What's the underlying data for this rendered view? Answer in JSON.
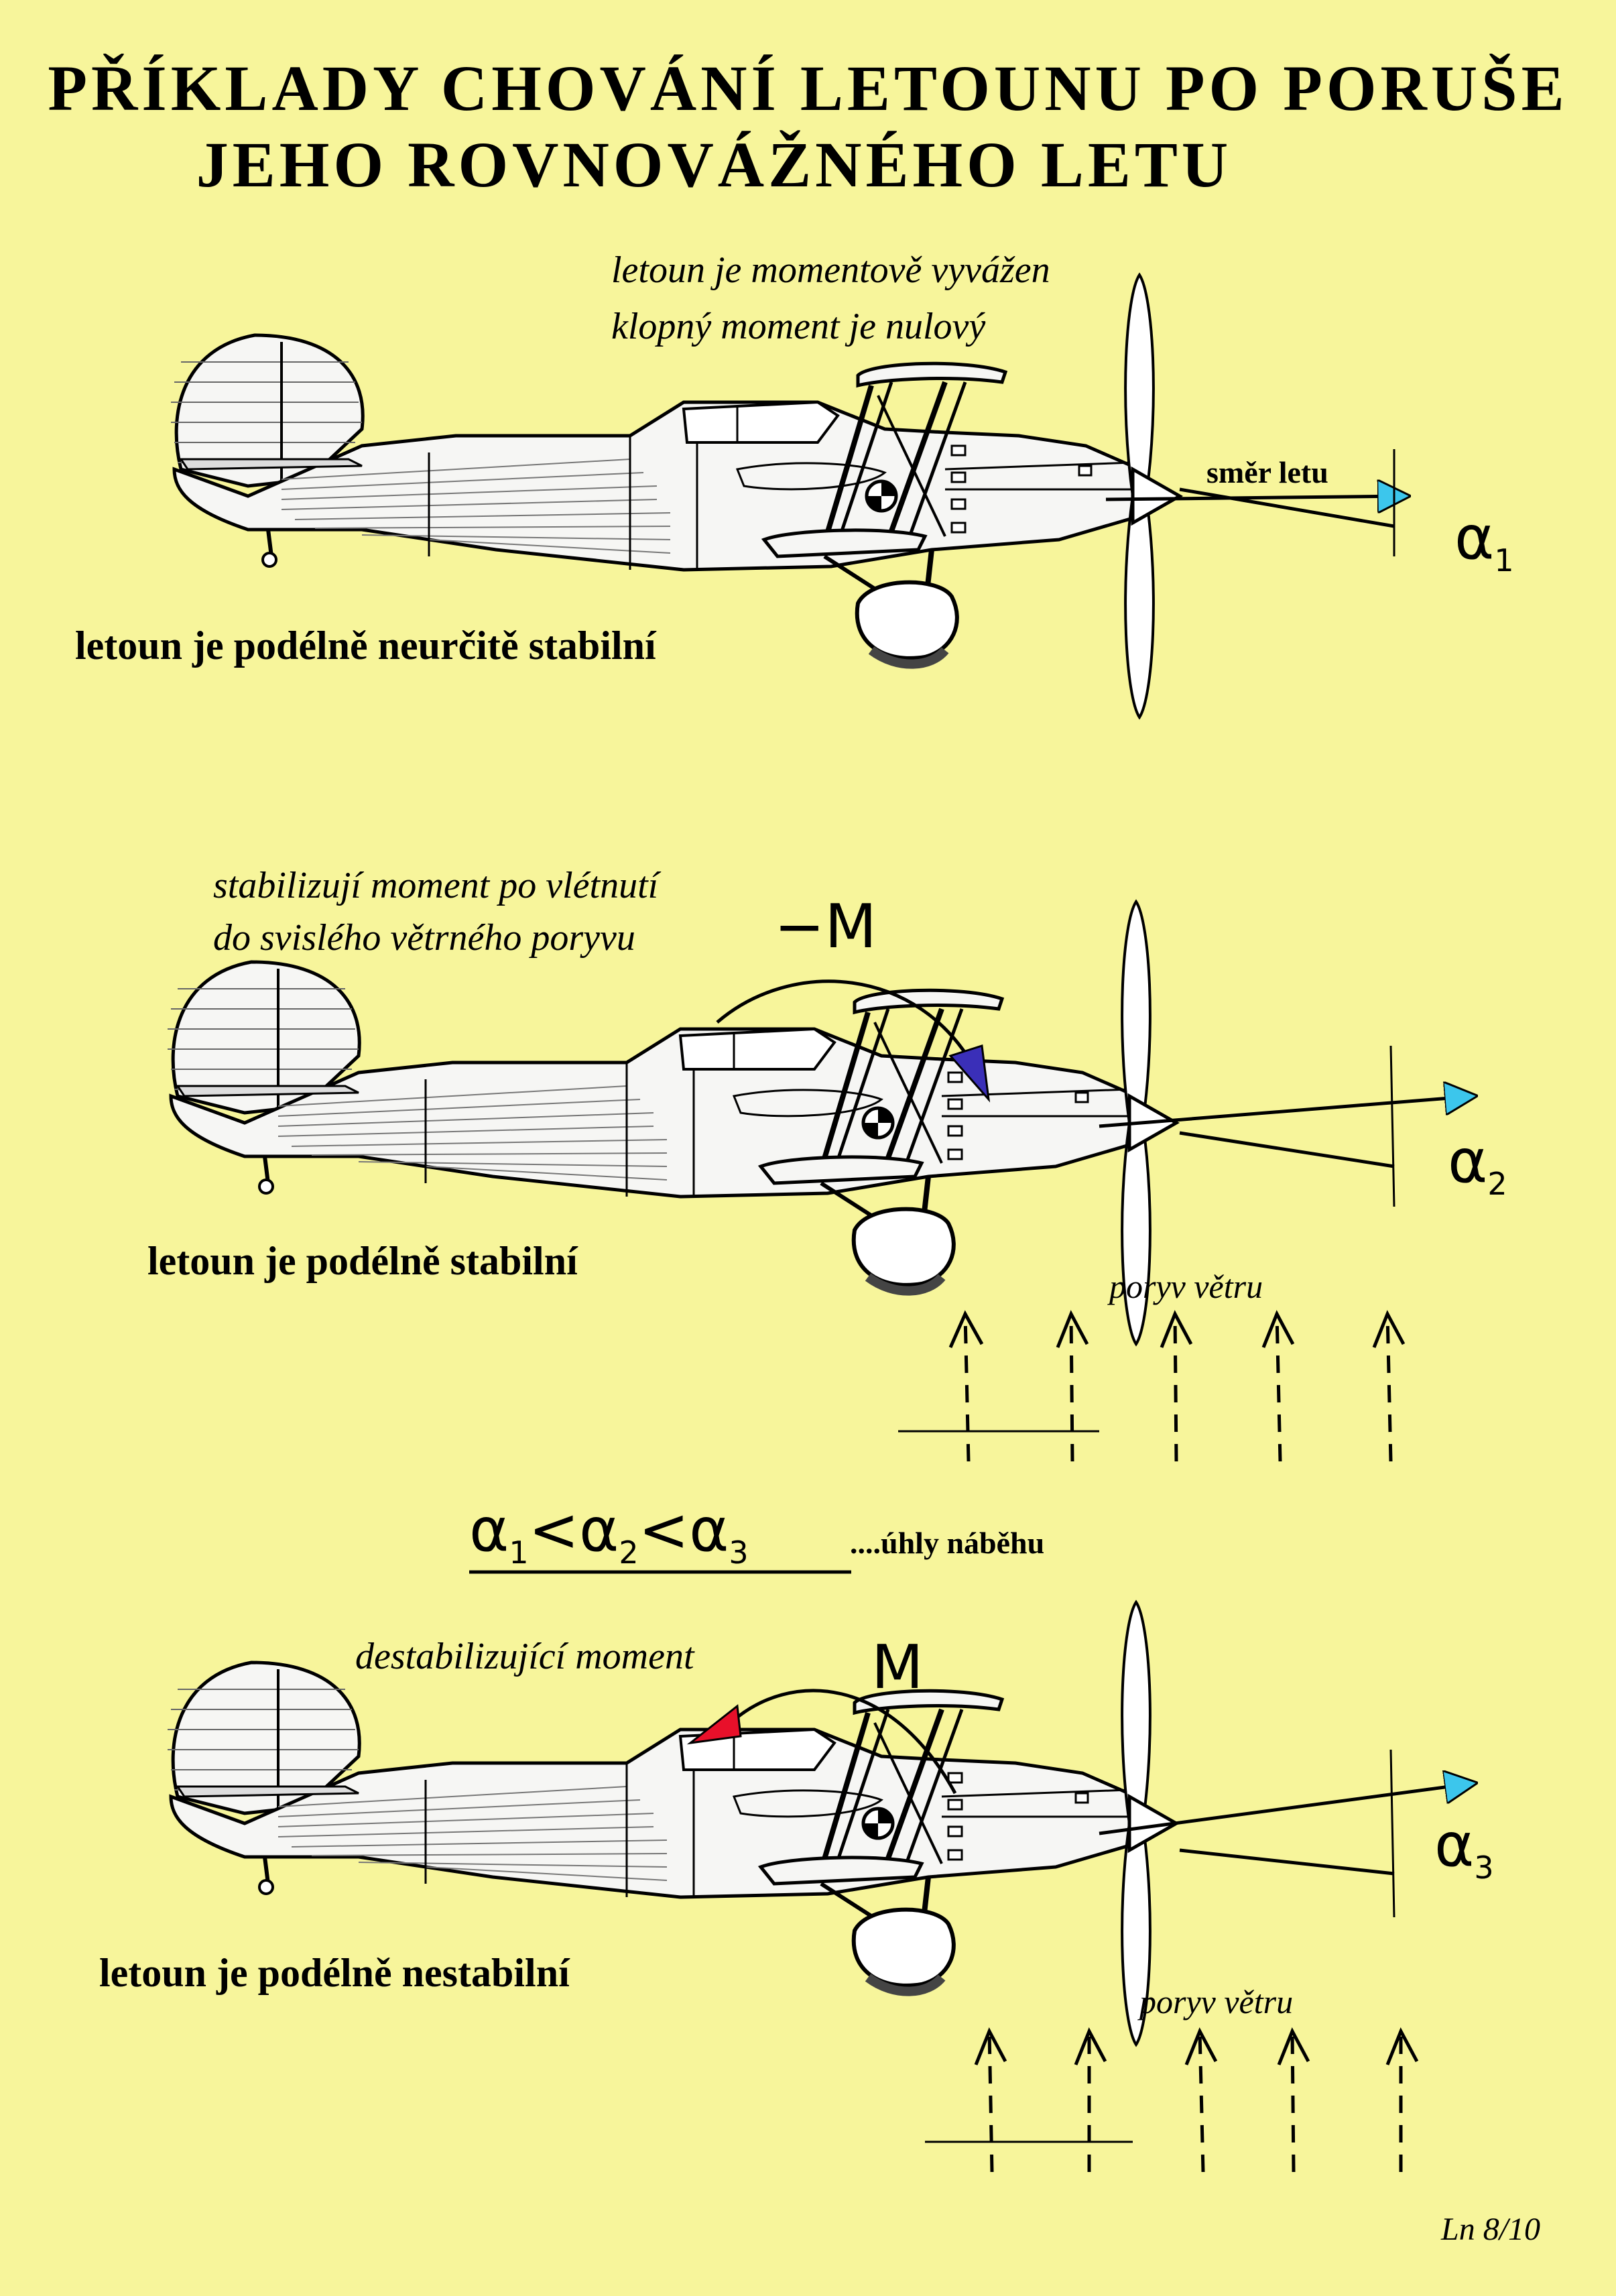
{
  "title": {
    "line1": "PŘÍKLADY CHOVÁNÍ LETOUNU PO PORUŠE",
    "line2": "JEHO ROVNOVÁŽNÉHO LETU"
  },
  "panel1": {
    "note_line1": "letoun je momentově vyvážen",
    "note_line2": "klopný moment je nulový",
    "flight_direction": "směr letu",
    "alpha": "α",
    "alpha_index": "1",
    "caption": "letoun je podélně neurčitě stabilní"
  },
  "panel2": {
    "note_line1": "stabilizují moment po vlétnutí",
    "note_line2": "do svislého větrného poryvu",
    "moment": "−M",
    "alpha": "α",
    "alpha_index": "2",
    "caption": "letoun je podélně stabilní",
    "gust": "poryv větru",
    "arrow_color": "#3a2fb8"
  },
  "relation": {
    "a": "α",
    "i1": "1",
    "lt1": "<",
    "i2": "2",
    "lt2": "<",
    "i3": "3",
    "suffix": "....úhly náběhu"
  },
  "panel3": {
    "note": "destabilizující moment",
    "moment": "M",
    "alpha": "α",
    "alpha_index": "3",
    "caption": "letoun je podélně nestabilní",
    "gust": "poryv větru",
    "arrow_color": "#e8102a"
  },
  "footer": {
    "code": "Ln 8/10"
  },
  "colors": {
    "background": "#f7f59b",
    "plane": "#f6f6f4",
    "vector": "#3cc6ec"
  }
}
